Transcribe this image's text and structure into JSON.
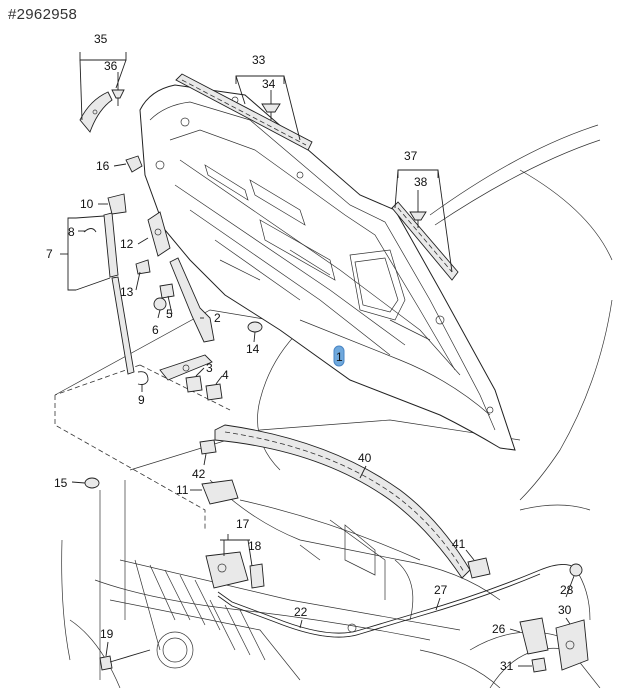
{
  "reference": "#2962958",
  "callouts": [
    "1",
    "2",
    "3",
    "4",
    "5",
    "6",
    "7",
    "8",
    "9",
    "10",
    "11",
    "12",
    "13",
    "14",
    "15",
    "16",
    "17",
    "18",
    "19",
    "22",
    "26",
    "27",
    "28",
    "30",
    "31",
    "33",
    "34",
    "35",
    "36",
    "37",
    "38",
    "40",
    "41",
    "42"
  ],
  "highlight_color": "#6fa8dc",
  "line_color": "#222222"
}
